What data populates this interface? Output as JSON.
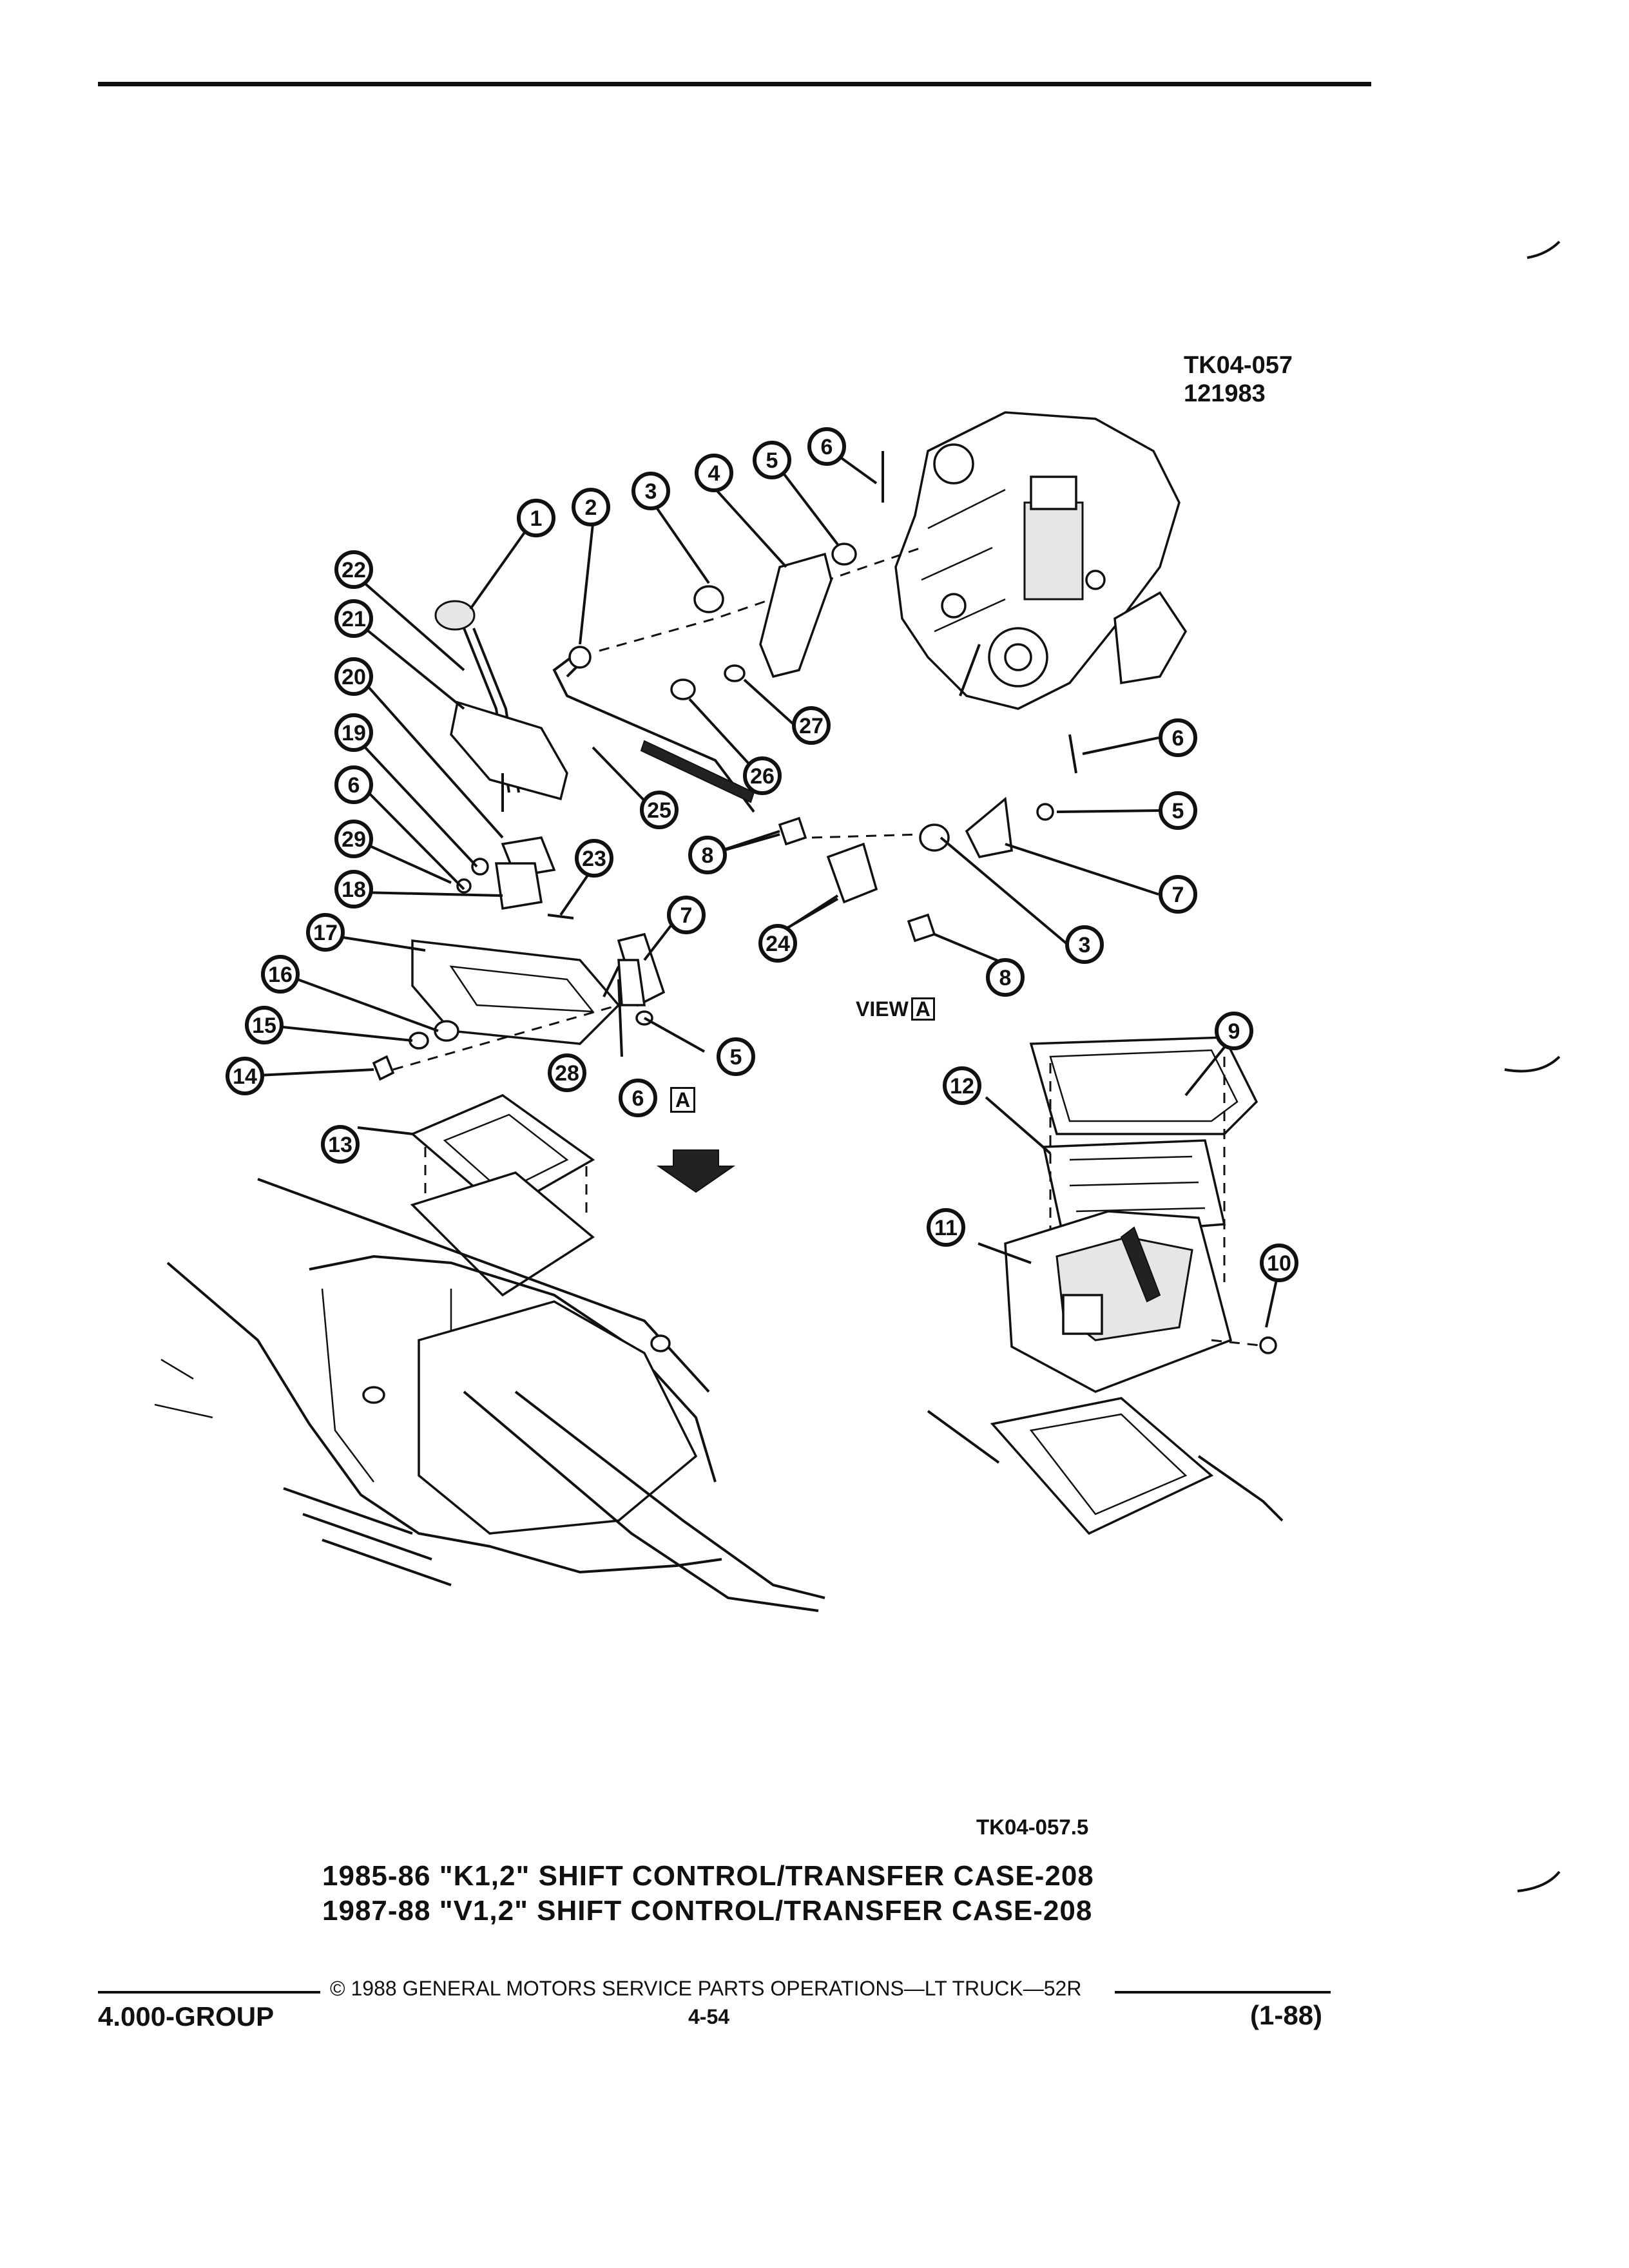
{
  "header": {
    "drawing_code": "TK04-057",
    "drawing_date": "121983"
  },
  "diagram": {
    "view_label": "VIEW",
    "view_ref": "A",
    "section_ref": "A",
    "drawing_code_bottom": "TK04-057.5"
  },
  "caption": {
    "line1": "1985-86 \"K1,2\" SHIFT CONTROL/TRANSFER CASE-208",
    "line2": "1987-88 \"V1,2\" SHIFT CONTROL/TRANSFER CASE-208"
  },
  "footer": {
    "copyright": "© 1988 GENERAL MOTORS SERVICE PARTS OPERATIONS—LT TRUCK—52R",
    "page": "4-54",
    "group": "4.000-GROUP",
    "revision": "(1-88)"
  },
  "callouts": [
    "1",
    "2",
    "3",
    "4",
    "5",
    "6",
    "6",
    "6",
    "6",
    "5",
    "5",
    "7",
    "7",
    "8",
    "8",
    "3",
    "9",
    "10",
    "11",
    "12",
    "13",
    "14",
    "15",
    "16",
    "17",
    "18",
    "19",
    "20",
    "21",
    "22",
    "23",
    "24",
    "25",
    "26",
    "27",
    "28",
    "29"
  ]
}
